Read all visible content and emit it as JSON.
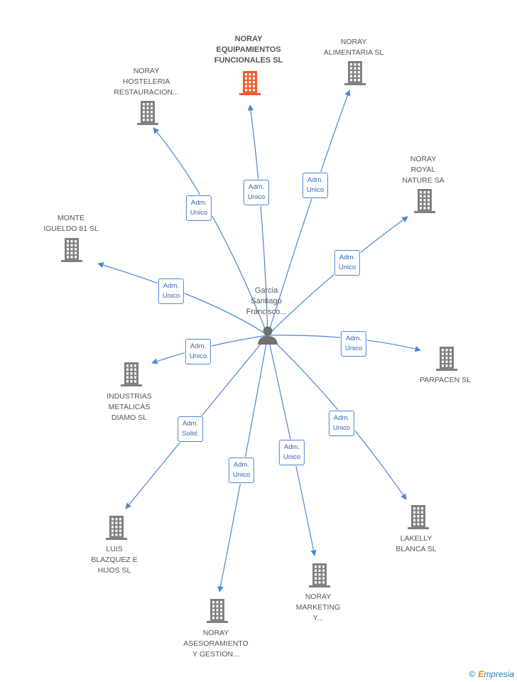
{
  "colors": {
    "edge": "#4a86d6",
    "company": "#808080",
    "highlight": "#f05a28",
    "person": "#707070"
  },
  "person": {
    "lines": [
      "Garcia",
      "Santiago",
      "Francisco..."
    ],
    "icon": "person-icon"
  },
  "companies": [
    {
      "id": "noray-equipamientos",
      "lines": [
        "NORAY",
        "EQUIPAMIENTOS",
        "FUNCIONALES SL"
      ],
      "highlight": true,
      "icon": "building-icon"
    },
    {
      "id": "noray-alimentaria",
      "lines": [
        "NORAY",
        "ALIMENTARIA SL"
      ],
      "highlight": false,
      "icon": "building-icon"
    },
    {
      "id": "noray-hosteleria",
      "lines": [
        "NORAY",
        "HOSTELERIA",
        "RESTAURACION..."
      ],
      "highlight": false,
      "icon": "building-icon"
    },
    {
      "id": "noray-royal",
      "lines": [
        "NORAY",
        "ROYAL",
        "NATURE SA"
      ],
      "highlight": false,
      "icon": "building-icon"
    },
    {
      "id": "monte-igueldo",
      "lines": [
        "MONTE",
        "IGUELDO 81 SL"
      ],
      "highlight": false,
      "icon": "building-icon"
    },
    {
      "id": "parpacen",
      "lines": [
        "PARPACEN SL"
      ],
      "highlight": false,
      "icon": "building-icon"
    },
    {
      "id": "industrias-metalicas",
      "lines": [
        "INDUSTRIAS",
        "METALICAS",
        "DIAMO SL"
      ],
      "highlight": false,
      "icon": "building-icon"
    },
    {
      "id": "lakelly",
      "lines": [
        "LAKELLY",
        "BLANCA SL"
      ],
      "highlight": false,
      "icon": "building-icon"
    },
    {
      "id": "luis-blazquez",
      "lines": [
        "LUIS",
        "BLAZQUEZ E",
        "HIJOS SL"
      ],
      "highlight": false,
      "icon": "building-icon"
    },
    {
      "id": "noray-marketing",
      "lines": [
        "NORAY",
        "MARKETING",
        "Y..."
      ],
      "highlight": false,
      "icon": "building-icon"
    },
    {
      "id": "noray-asesoramiento",
      "lines": [
        "NORAY",
        "ASESORAMIENTO",
        "Y GESTION..."
      ],
      "highlight": false,
      "icon": "building-icon"
    }
  ],
  "edges": [
    {
      "target": "noray-equipamientos",
      "role": [
        "Adm.",
        "Unico"
      ]
    },
    {
      "target": "noray-alimentaria",
      "role": [
        "Adm.",
        "Unico"
      ]
    },
    {
      "target": "noray-hosteleria",
      "role": [
        "Adm.",
        "Unico"
      ]
    },
    {
      "target": "noray-royal",
      "role": [
        "Adm.",
        "Unico"
      ]
    },
    {
      "target": "monte-igueldo",
      "role": [
        "Adm.",
        "Unico"
      ]
    },
    {
      "target": "parpacen",
      "role": [
        "Adm.",
        "Unico"
      ]
    },
    {
      "target": "industrias-metalicas",
      "role": [
        "Adm.",
        "Unico"
      ]
    },
    {
      "target": "lakelly",
      "role": [
        "Adm.",
        "Unico"
      ]
    },
    {
      "target": "luis-blazquez",
      "role": [
        "Adm.",
        "Solid."
      ]
    },
    {
      "target": "noray-marketing",
      "role": [
        "Adm.",
        "Unico"
      ]
    },
    {
      "target": "noray-asesoramiento",
      "role": [
        "Adm.",
        "Unico"
      ]
    }
  ],
  "footer": {
    "copyright": "©",
    "brand_first": "E",
    "brand_rest": "mpresia"
  }
}
